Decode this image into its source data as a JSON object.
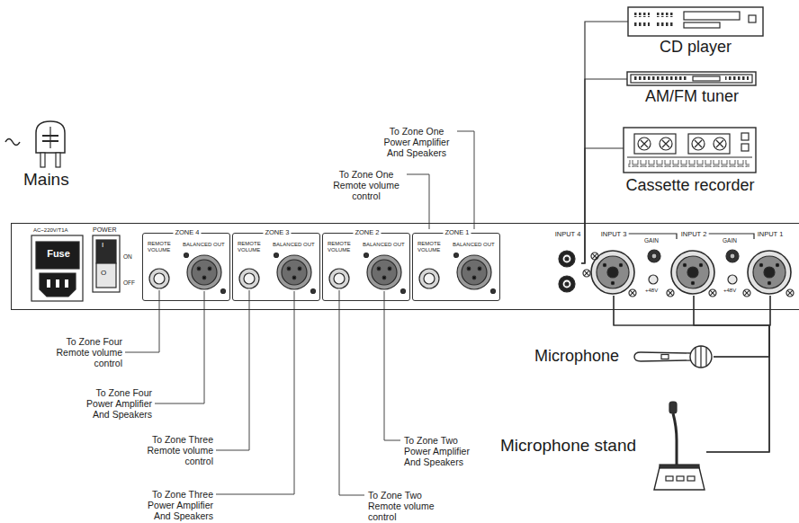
{
  "diagram": {
    "nodes": [
      {
        "text": [
          "Mains"
        ]
      },
      {
        "text": [
          "AC~220V/T1A",
          "Fuse",
          "POWER",
          "ON",
          "OFF"
        ]
      },
      {
        "text": [
          "ZONE 4",
          "REMOTE VOLUME",
          "BALANCED OUT"
        ],
        "in": 1
      },
      {
        "text": [
          "ZONE 3",
          "REMOTE VOLUME",
          "BALANCED OUT"
        ],
        "in": 1
      },
      {
        "text": [
          "ZONE 2",
          "REMOTE VOLUME",
          "BALANCED OUT"
        ],
        "in": 1
      },
      {
        "text": [
          "ZONE 1",
          "REMOTE VOLUME",
          "BALANCED OUT"
        ],
        "in": 1
      },
      {
        "text": [
          "INPUT 4"
        ],
        "in": 1
      },
      {
        "text": [
          "INPUT 3"
        ],
        "in": 1
      },
      {
        "text": [
          "INPUT 2"
        ],
        "in": 1
      },
      {
        "text": [
          "INPUT 1"
        ],
        "in": 1
      },
      {
        "text": [
          "CD player"
        ]
      },
      {
        "text": [
          "AM/FM tuner"
        ]
      },
      {
        "text": [
          "Cassette recorder"
        ]
      },
      {
        "text": [
          "Microphone"
        ]
      },
      {
        "text": [
          "Microphone stand"
        ]
      }
    ],
    "edges": [
      {
        "from": 10,
        "to": 6,
        "arrow": "none"
      },
      {
        "from": 11,
        "to": 6,
        "arrow": "none"
      },
      {
        "from": 12,
        "to": 6,
        "arrow": "none"
      },
      {
        "from": 13,
        "to": 7,
        "arrow": "none"
      },
      {
        "from": 13,
        "to": 8,
        "arrow": "none"
      },
      {
        "from": 13,
        "to": 9,
        "arrow": "none"
      },
      {
        "from": 14,
        "to": 7,
        "arrow": "none"
      },
      {
        "from": 14,
        "to": 8,
        "arrow": "none"
      },
      {
        "from": 14,
        "to": 9,
        "arrow": "none"
      }
    ],
    "labels": [
      "I",
      "O",
      "GAIN",
      "+48V",
      "GAIN",
      "+48V",
      "To Zone One Power Amplifier And Speakers",
      "To Zone One Remote volume control",
      "To Zone Four Remote volume control",
      "To Zone Four Power Amplifier And Speakers",
      "To Zone Three Remote volume control",
      "To Zone Two Power Amplifier And Speakers",
      "To Zone Three Power Amplifier And Speakers",
      "To Zone Two Remote volume control"
    ]
  }
}
